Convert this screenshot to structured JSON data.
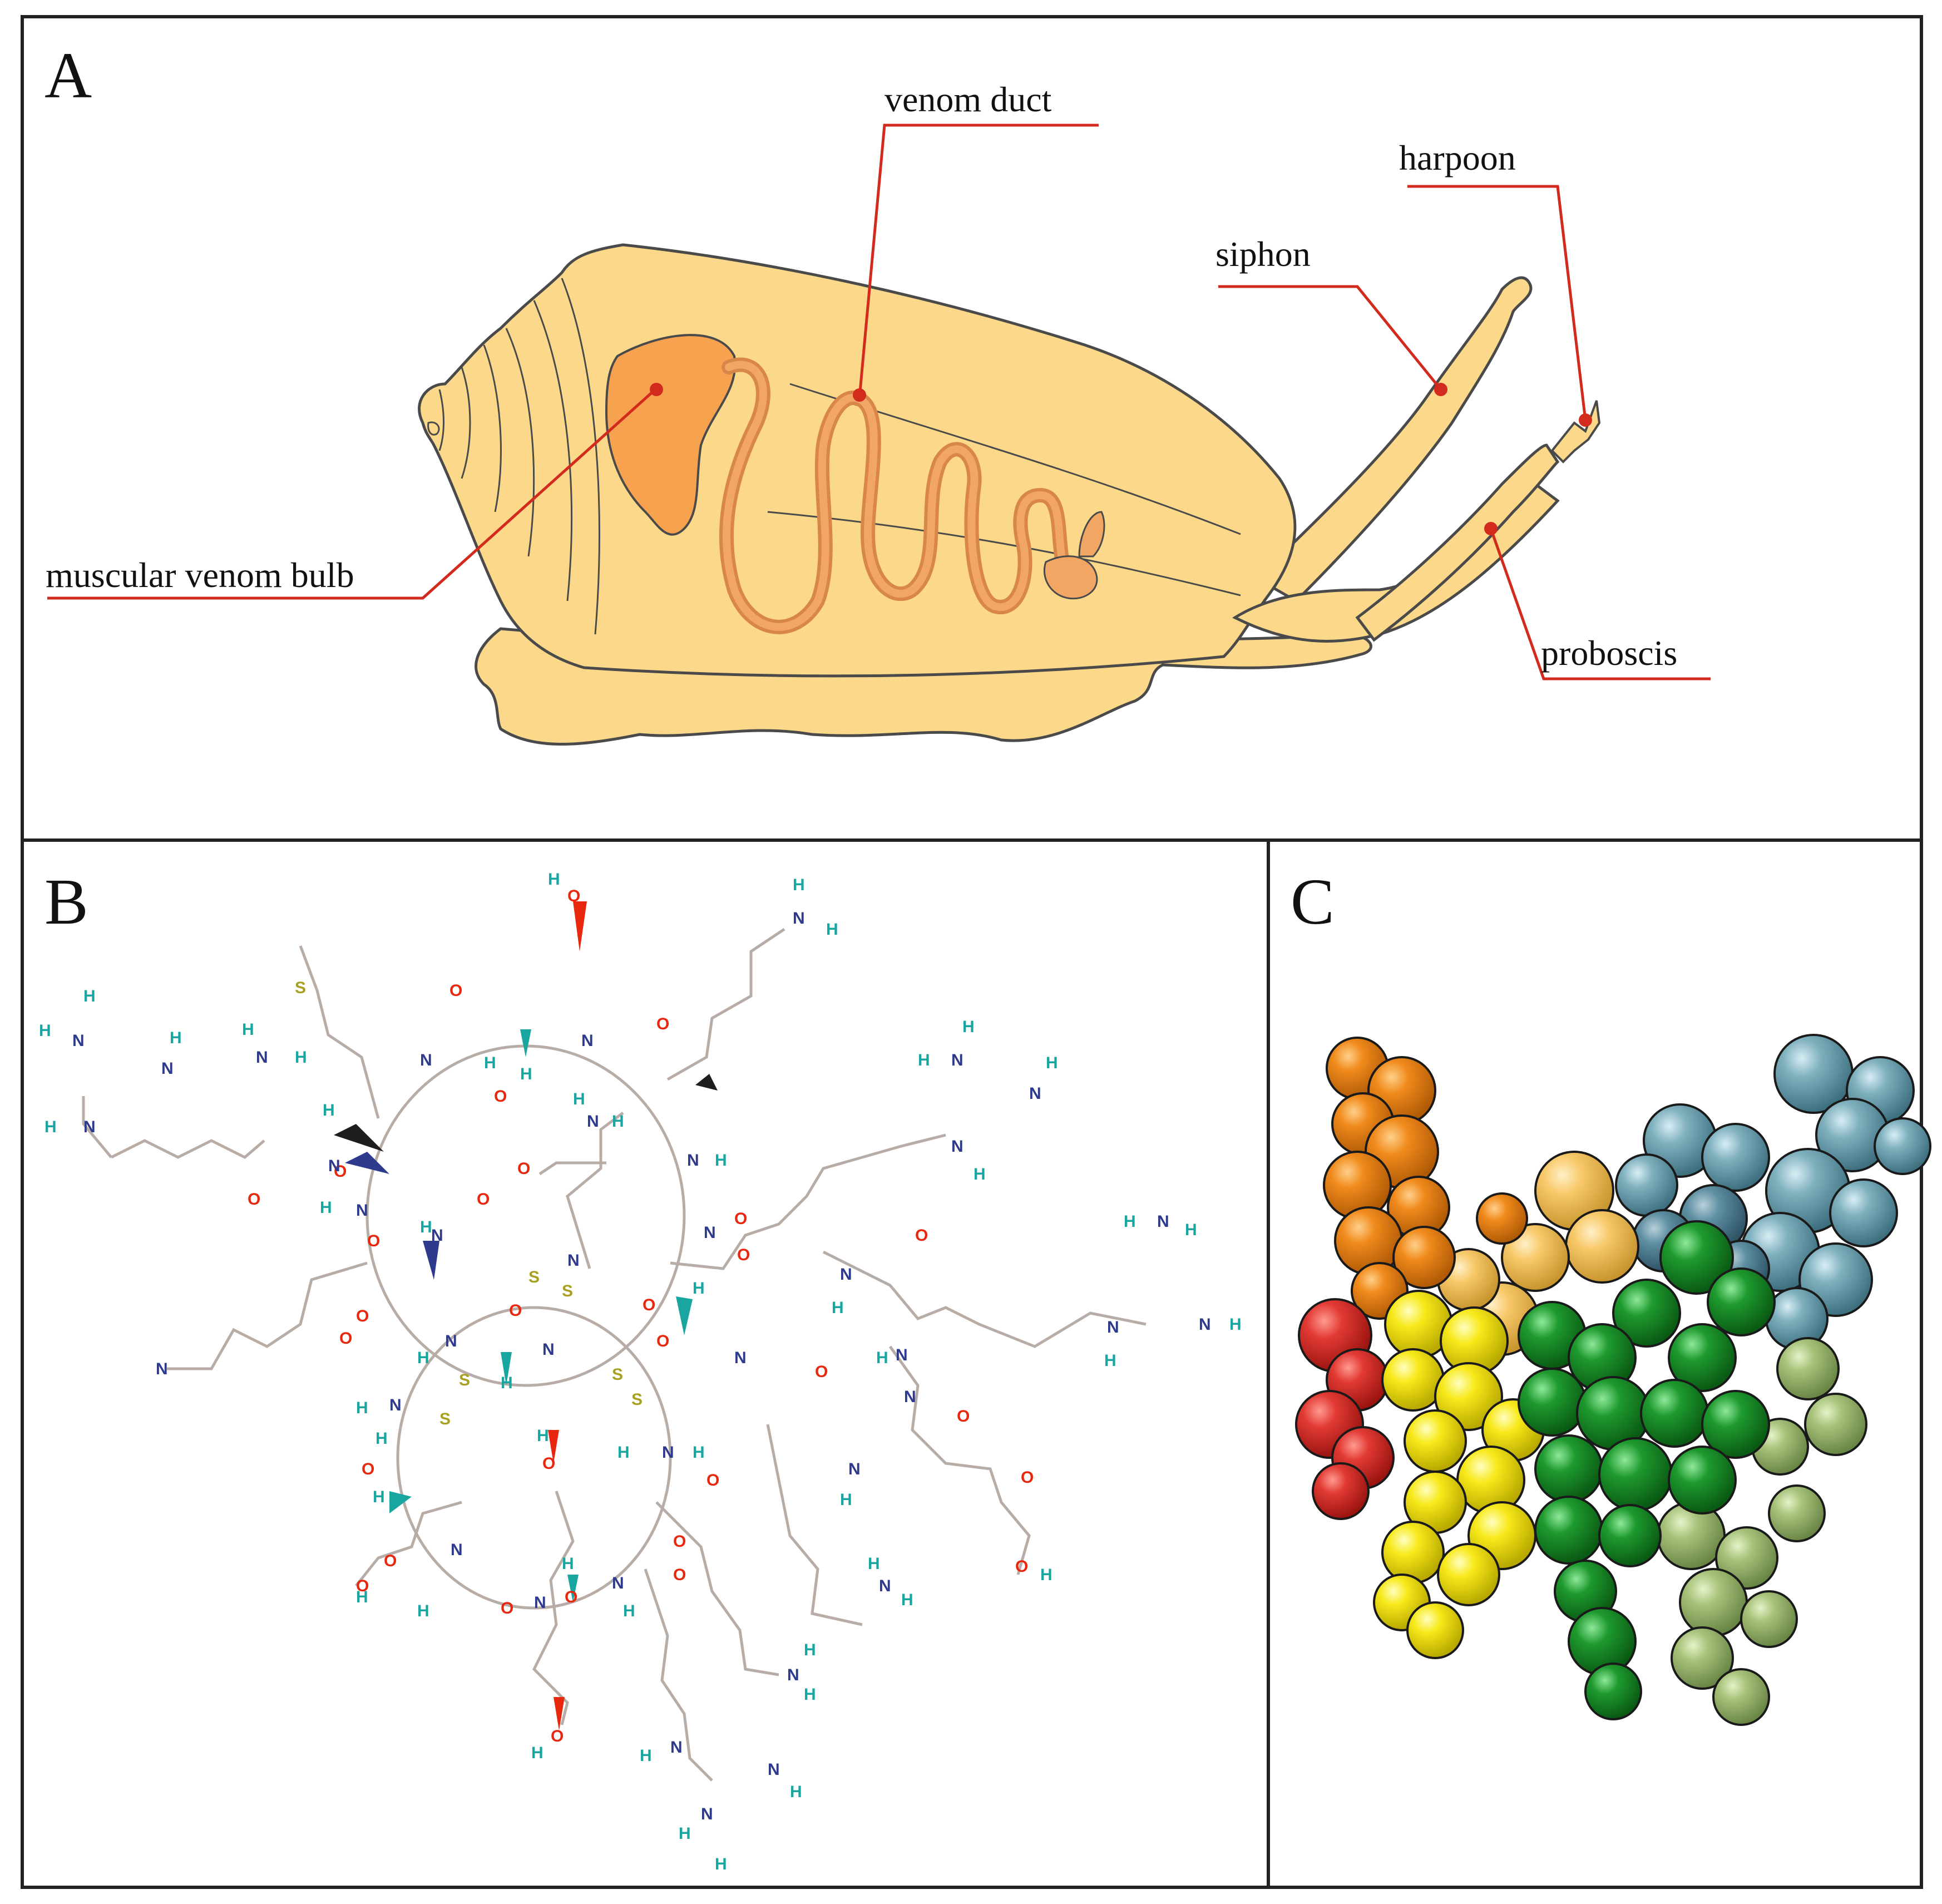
{
  "panels": {
    "a": {
      "letter": "A"
    },
    "b": {
      "letter": "B"
    },
    "c": {
      "letter": "C"
    }
  },
  "callouts": {
    "venom_duct": "venom duct",
    "harpoon": "harpoon",
    "siphon": "siphon",
    "muscular_venom_bulb": "muscular venom bulb",
    "proboscis": "proboscis"
  },
  "atoms": {
    "oxygen": "O",
    "nitrogen": "N",
    "hydrogen": "H",
    "sulfur": "S"
  },
  "colors": {
    "border": "#222222",
    "shell_fill": "#FCD98A",
    "shell_stroke": "#4a4a4a",
    "bulb_fill": "#F6A24E",
    "duct_fill": "#F2A664",
    "callout_line": "#D32A1E",
    "bond": "#b8aca6",
    "oxygen": "#E8280E",
    "nitrogen": "#2E3A8C",
    "hydrogen": "#1AA6A0",
    "sulfur": "#A8A020",
    "residue_orange": "#F08A1C",
    "residue_light_orange": "#F8C96A",
    "residue_red": "#E23A34",
    "residue_yellow": "#F7E91A",
    "residue_dark_green": "#1E9A2E",
    "residue_light_green": "#A7C27A",
    "residue_teal": "#7FB0BE",
    "residue_dark_teal": "#5E8FA2"
  }
}
